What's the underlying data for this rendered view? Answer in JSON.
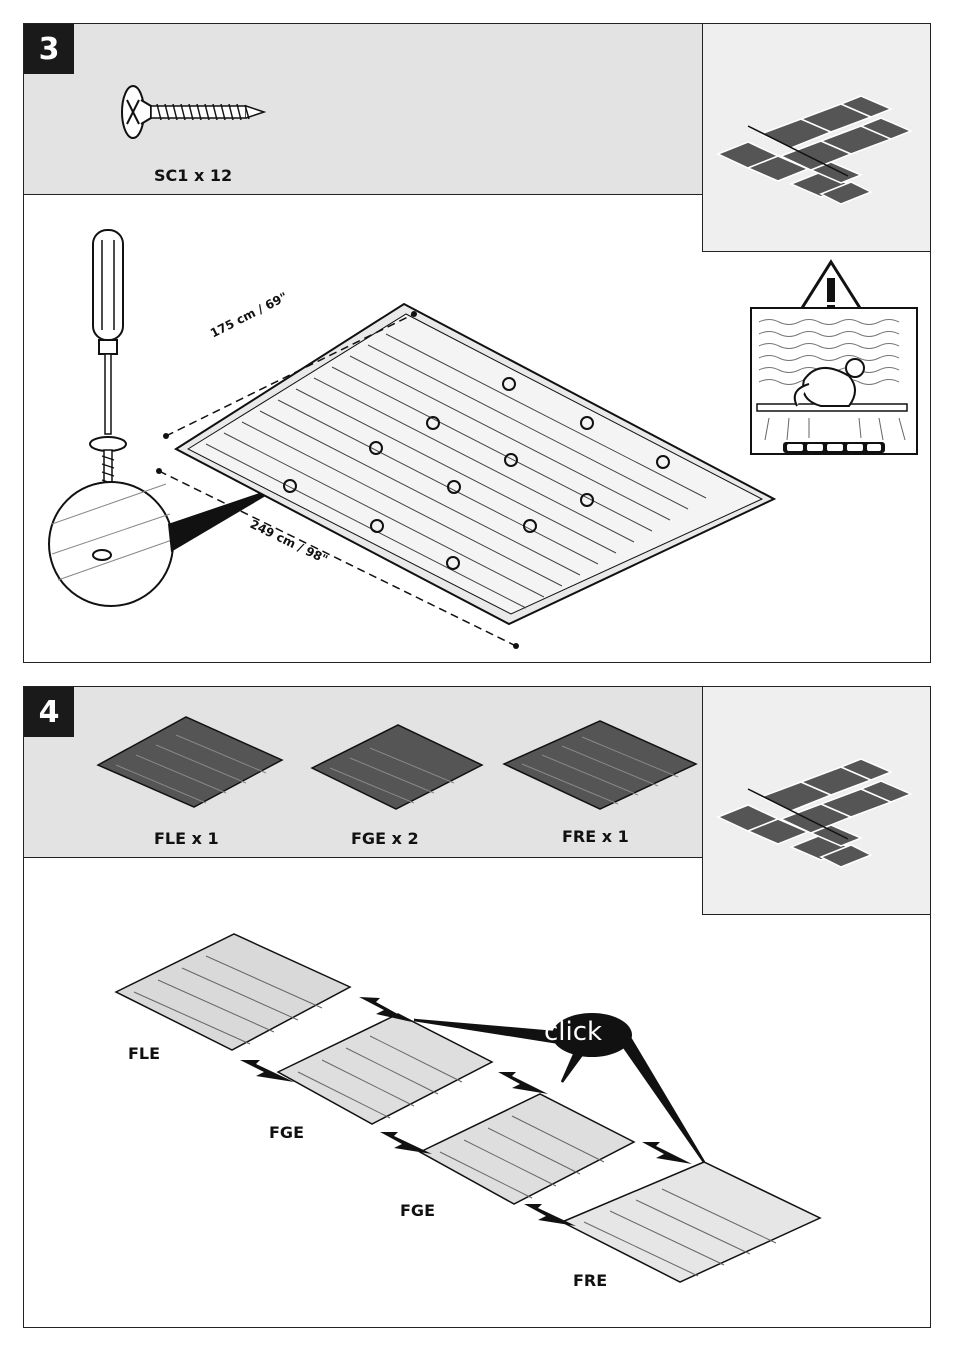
{
  "step3": {
    "number": "3",
    "part_label": "SC1 x 12",
    "dim_width": "175 cm / 69\"",
    "dim_length": "249 cm / 98\"",
    "icons": [
      "screw-icon",
      "screwdriver-icon",
      "warning-icon",
      "spirit-level-icon"
    ]
  },
  "step4": {
    "number": "4",
    "parts": [
      {
        "label": "FLE x 1"
      },
      {
        "label": "FGE x 2"
      },
      {
        "label": "FRE x 1"
      }
    ],
    "assembly_labels": [
      "FLE",
      "FGE",
      "FGE",
      "FRE"
    ],
    "callout": "click"
  }
}
